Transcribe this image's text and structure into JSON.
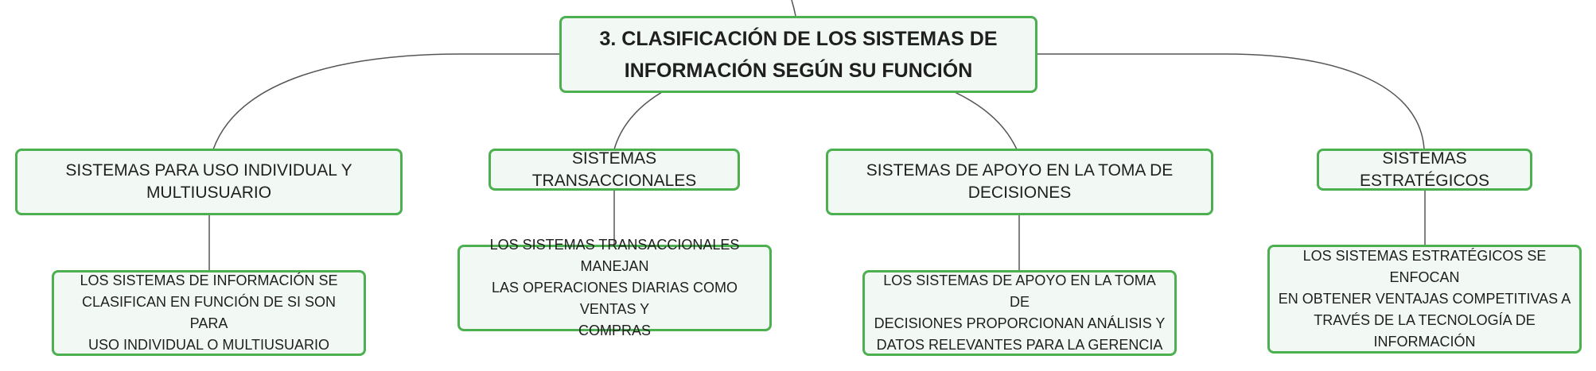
{
  "diagram": {
    "colors": {
      "border": "#4caf50",
      "fill": "#f2f9f4",
      "connector": "#555555"
    },
    "root": {
      "lines": [
        "3. CLASIFICACIÓN DE LOS SISTEMAS DE",
        "INFORMACIÓN SEGÚN SU FUNCIÓN"
      ]
    },
    "branches": [
      {
        "label": "SISTEMAS PARA USO INDIVIDUAL Y MULTIUSUARIO"
      },
      {
        "label": "SISTEMAS TRANSACCIONALES"
      },
      {
        "label": "SISTEMAS DE APOYO EN LA TOMA DE DECISIONES"
      },
      {
        "label": "SISTEMAS ESTRATÉGICOS"
      }
    ],
    "leaves": [
      {
        "lines": [
          "LOS SISTEMAS DE INFORMACIÓN SE",
          "CLASIFICAN EN FUNCIÓN DE SI SON PARA",
          "USO INDIVIDUAL O MULTIUSUARIO"
        ]
      },
      {
        "lines": [
          "LOS SISTEMAS TRANSACCIONALES MANEJAN",
          "LAS OPERACIONES DIARIAS COMO VENTAS Y",
          "COMPRAS"
        ]
      },
      {
        "lines": [
          "LOS SISTEMAS DE APOYO EN LA TOMA DE",
          "DECISIONES PROPORCIONAN ANÁLISIS Y",
          "DATOS RELEVANTES PARA LA GERENCIA"
        ]
      },
      {
        "lines": [
          "LOS SISTEMAS ESTRATÉGICOS SE ENFOCAN",
          "EN OBTENER VENTAJAS COMPETITIVAS A",
          "TRAVÉS DE LA TECNOLOGÍA DE",
          "INFORMACIÓN"
        ]
      }
    ]
  }
}
